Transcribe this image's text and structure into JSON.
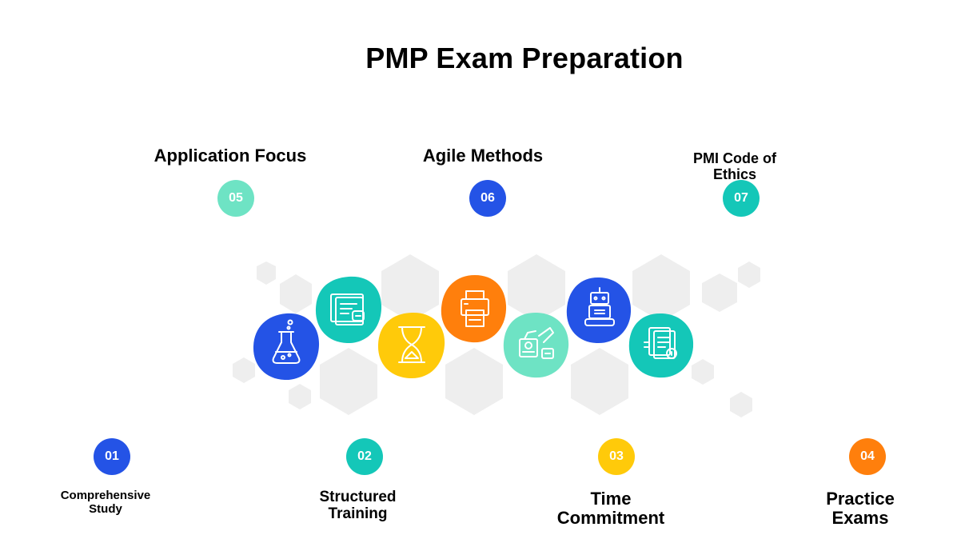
{
  "title": "PMP Exam Preparation",
  "colors": {
    "blue": "#2453e6",
    "teal": "#14c7b8",
    "mint": "#6ee3c4",
    "yellow": "#ffca0a",
    "orange": "#ff7f0c",
    "hexagon": "#eeeeee"
  },
  "steps": [
    {
      "num": "01",
      "label": "Comprehensive Study",
      "color": "blue"
    },
    {
      "num": "02",
      "label": "Structured Training",
      "color": "teal"
    },
    {
      "num": "03",
      "label": "Time Commitment",
      "color": "yellow"
    },
    {
      "num": "04",
      "label": "Practice Exams",
      "color": "orange"
    },
    {
      "num": "05",
      "label": "Application Focus",
      "color": "mint"
    },
    {
      "num": "06",
      "label": "Agile Methods",
      "color": "blue"
    },
    {
      "num": "07",
      "label": "PMI Code of Ethics",
      "color": "teal"
    }
  ],
  "icons": [
    {
      "name": "flask-icon",
      "color": "blue"
    },
    {
      "name": "document-screen-icon",
      "color": "teal"
    },
    {
      "name": "hourglass-icon",
      "color": "yellow"
    },
    {
      "name": "printer-icon",
      "color": "orange"
    },
    {
      "name": "tools-icon",
      "color": "mint"
    },
    {
      "name": "robot-icon",
      "color": "blue"
    },
    {
      "name": "locked-documents-icon",
      "color": "teal"
    }
  ]
}
